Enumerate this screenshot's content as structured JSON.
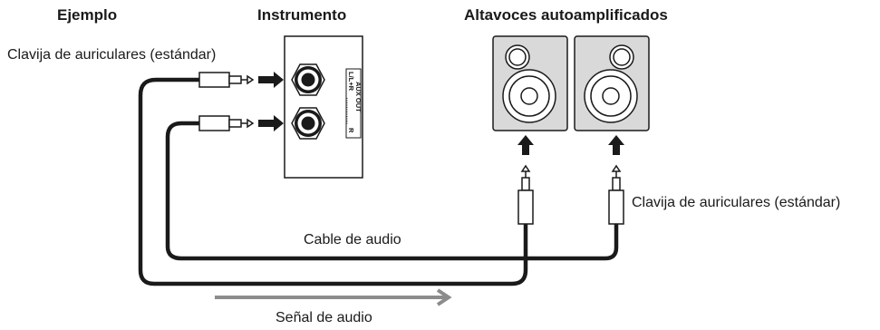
{
  "headers": {
    "example": "Ejemplo",
    "instrument": "Instrumento",
    "speakers": "Altavoces autoamplificados"
  },
  "labels": {
    "plug_left": "Clavija de auriculares (estándar)",
    "plug_right": "Clavija de auriculares (estándar)",
    "cable": "Cable de audio",
    "signal": "Señal de audio"
  },
  "panel": {
    "aux_out": "AUX OUT",
    "left_channel": "L/L+R",
    "right_channel": "R"
  },
  "colors": {
    "line": "#1a1a1a",
    "speaker_fill": "#d9d9d9",
    "signal_arrow": "#8c8c8c"
  },
  "icons": [
    "jack-socket-icon",
    "speaker-icon",
    "phone-plug-icon",
    "arrow-icon"
  ]
}
